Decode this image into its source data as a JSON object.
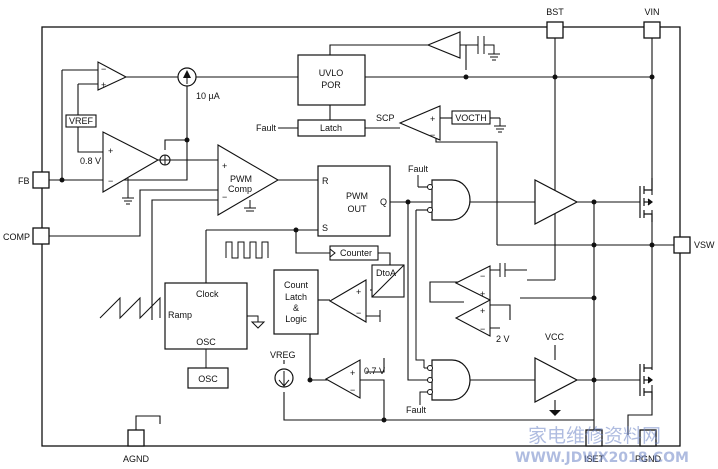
{
  "pins": {
    "bst": "BST",
    "vin": "VIN",
    "fb": "FB",
    "comp": "COMP",
    "vsw": "VSW",
    "agnd": "AGND",
    "iset": "ISET",
    "pgnd": "PGND"
  },
  "blocks": {
    "uvlo_line1": "UVLO",
    "uvlo_line2": "POR",
    "latch": "Latch",
    "vref": "VREF",
    "vocth": "VOCTH",
    "pwm_comp_line1": "PWM",
    "pwm_comp_line2": "Comp",
    "pwm_out_line1": "PWM",
    "pwm_out_line2": "OUT",
    "pwm_r": "R",
    "pwm_s": "S",
    "pwm_q": "Q",
    "counter": "Counter",
    "dtoa": "DtoA",
    "count_line1": "Count",
    "count_line2": "Latch",
    "count_line3": "&",
    "count_line4": "Logic",
    "clock": "Clock",
    "ramp": "Ramp",
    "osc_inner": "OSC",
    "osc_box": "OSC"
  },
  "labels": {
    "current_source": "10 µA",
    "v08": "0.8 V",
    "fault_top": "Fault",
    "fault_and": "Fault",
    "fault_bottom": "Fault",
    "scp": "SCP",
    "v2": "2 V",
    "vcc": "VCC",
    "vreg": "VREG",
    "v07": "0.7 V"
  },
  "watermark": {
    "line1": "家电维修资料网",
    "line2": "WWW.JDWX2018.COM"
  },
  "colors": {
    "line": "#111111",
    "watermark": "#6f86c8"
  }
}
